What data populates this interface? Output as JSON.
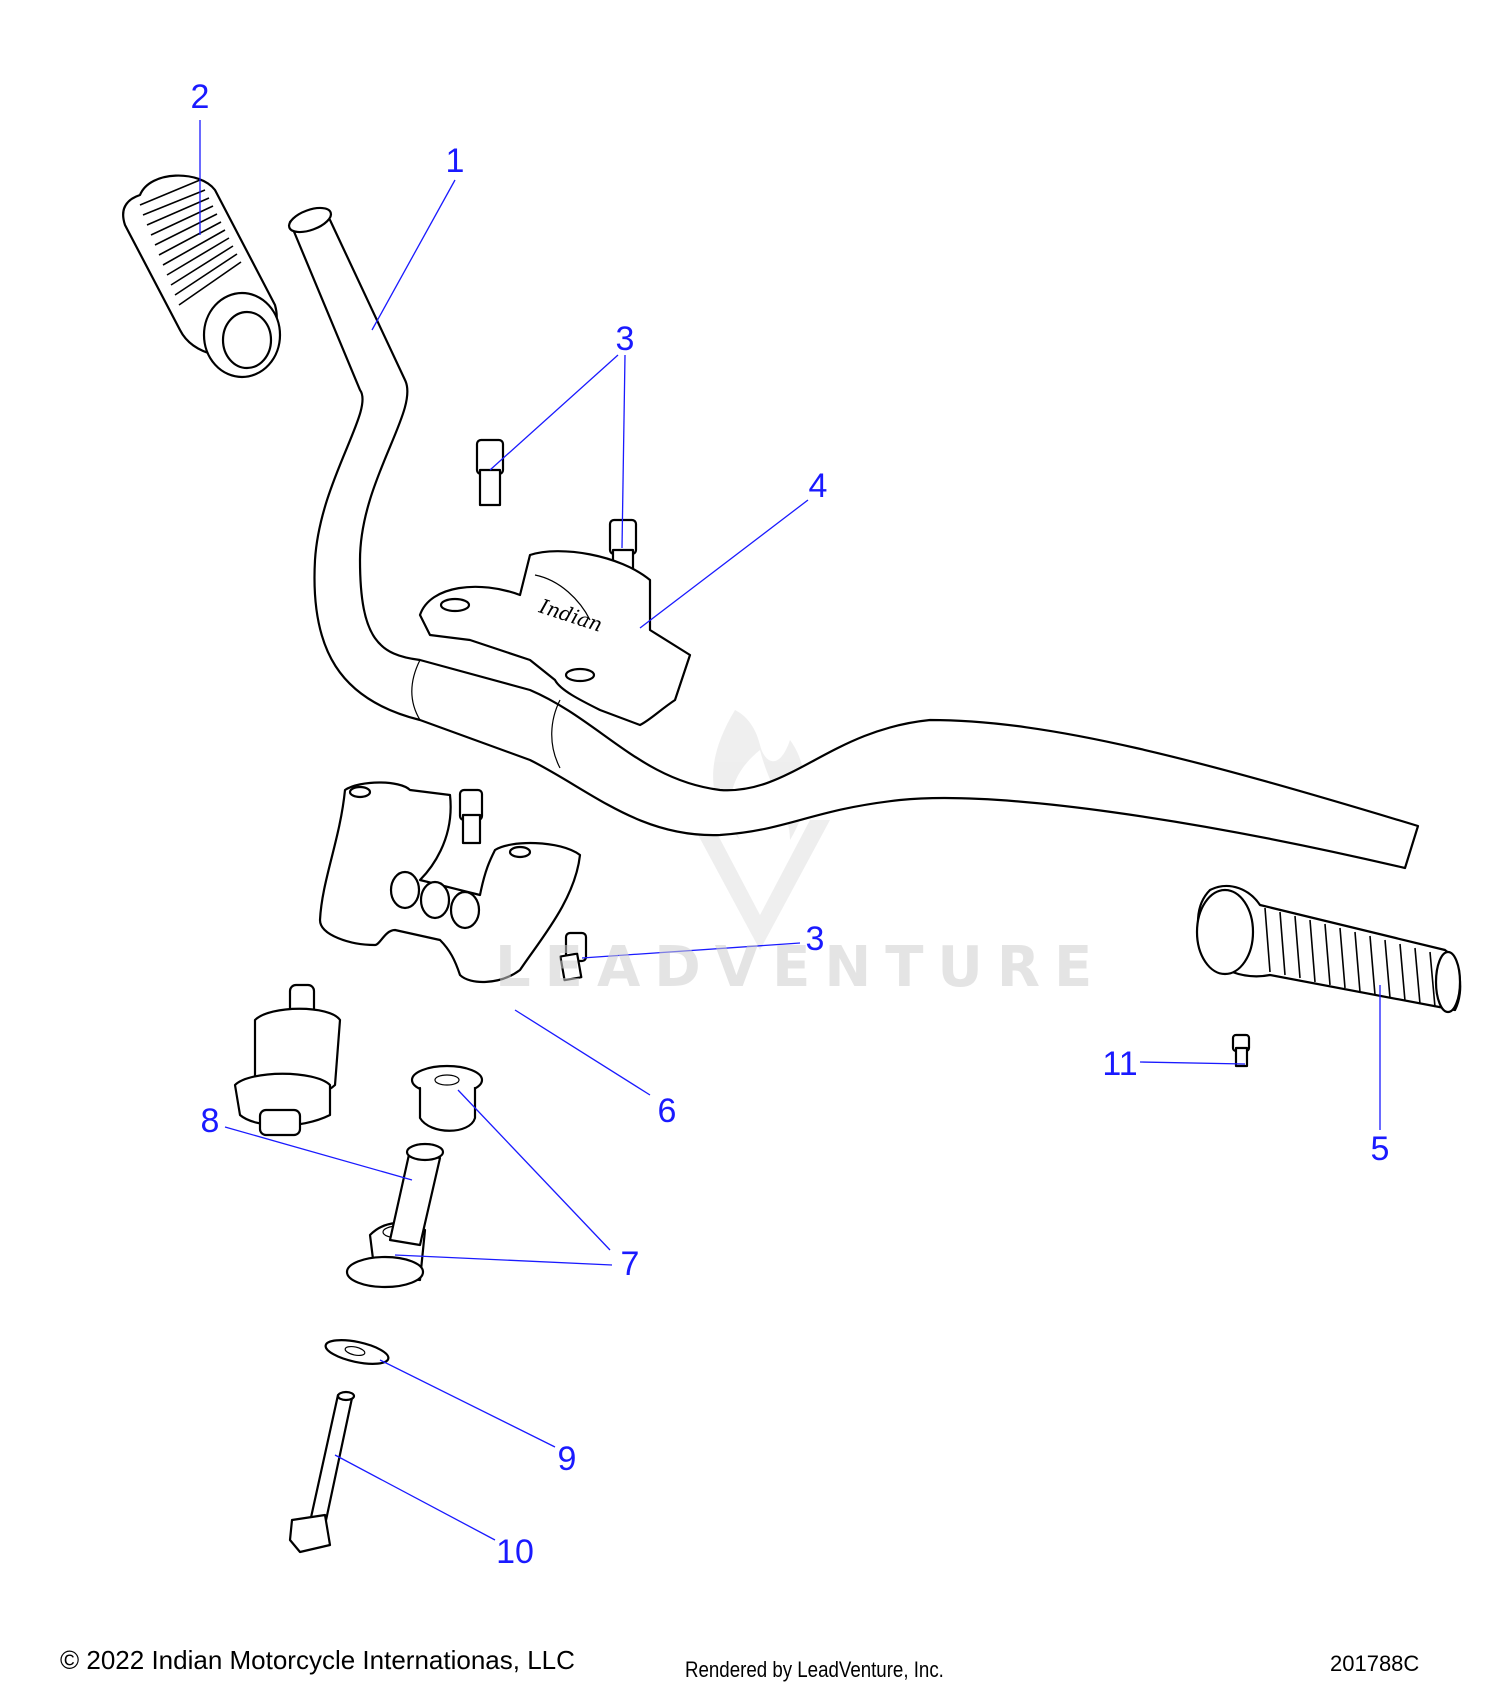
{
  "diagram": {
    "callouts": [
      "1",
      "2",
      "3",
      "3",
      "4",
      "3",
      "5",
      "6",
      "7",
      "8",
      "9",
      "10",
      "11"
    ],
    "colors": {
      "callout": "#1a1aff",
      "leader": "#1a1aff",
      "linework": "#000000",
      "watermark": "#cfcfcf"
    }
  },
  "watermark": {
    "text": "LEADVENTURE",
    "icon": "leadventure-flame-logo-icon"
  },
  "footer": {
    "copyright": "© 2022 Indian Motorcycle Internationas, LLC",
    "rendered_by": "Rendered by LeadVenture, Inc.",
    "drawing_number": "201788C"
  }
}
